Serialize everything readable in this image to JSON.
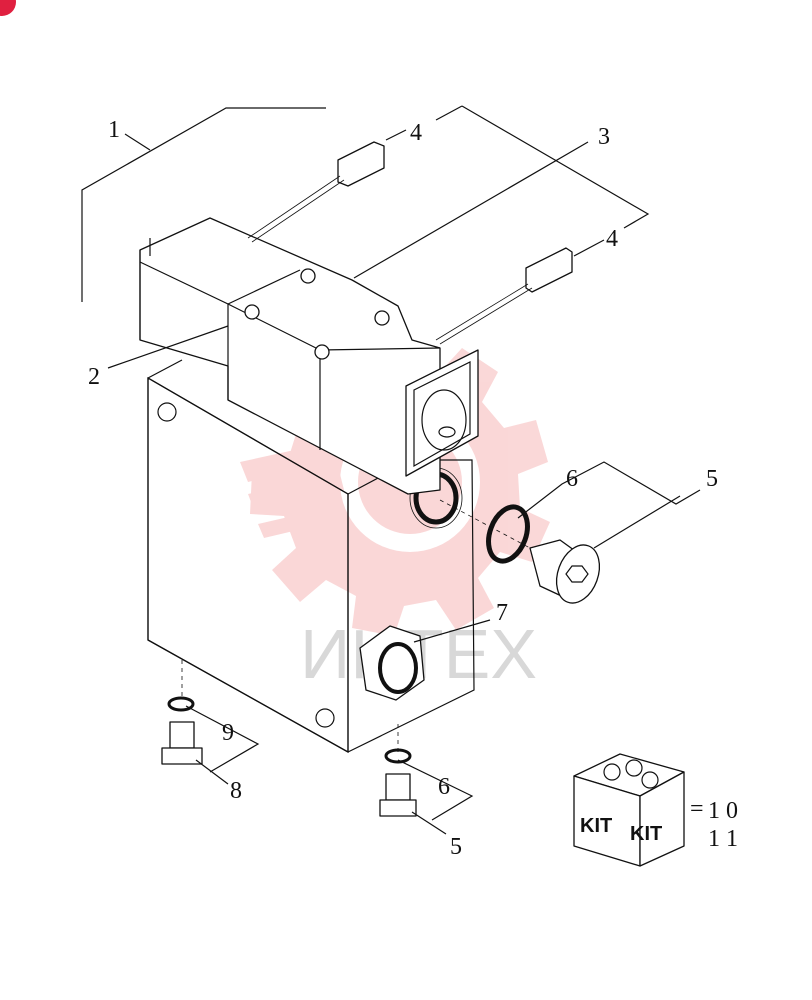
{
  "diagram": {
    "callouts": [
      "1",
      "2",
      "3",
      "4",
      "4",
      "5",
      "5",
      "6",
      "6",
      "7",
      "8",
      "9"
    ],
    "kit": {
      "box_labels": [
        "KIT",
        "KIT"
      ],
      "ref_symbol": "=",
      "refs": [
        "1 0",
        "1 1"
      ]
    },
    "watermark": "ИНТЕХ",
    "colors": {
      "line": "#111111",
      "watermark_gear": "#f6b8b8",
      "watermark_text": "#d8d8d8",
      "badge": "#e02040"
    }
  }
}
